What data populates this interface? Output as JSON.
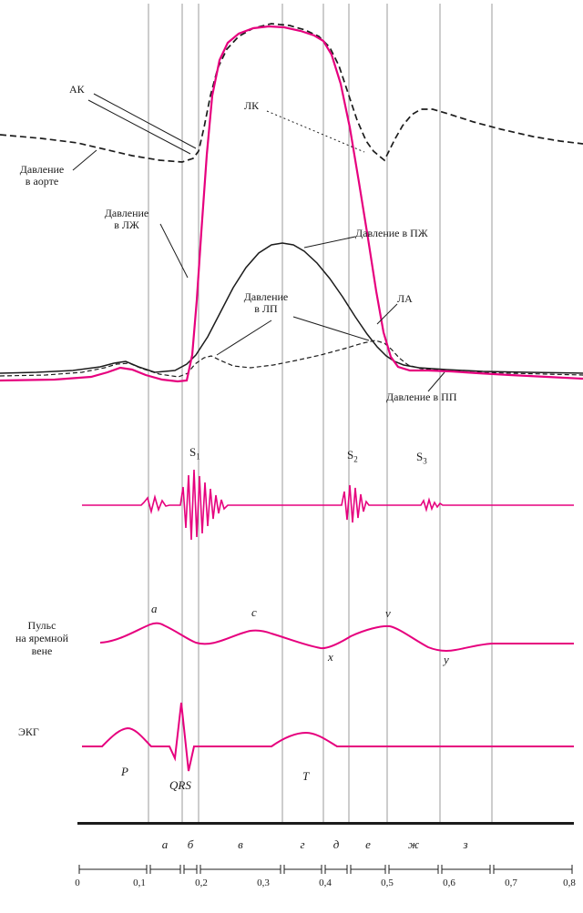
{
  "colors": {
    "accent": "#e6007e",
    "ink": "#1c1c1c",
    "grid": "#9b9b9b",
    "background": "#ffffff"
  },
  "pressure": {
    "aorta_line1": "Давление",
    "aorta_line2": "в аорте",
    "lv_line1": "Давление",
    "lv_line2": "в ЛЖ",
    "rv": "Давление в ПЖ",
    "la_line1": "Давление",
    "la_line2": "в ЛП",
    "pa": "ЛА",
    "ra": "Давление в ПП",
    "valve_open": "АК",
    "valve_close": "ЛК"
  },
  "phono": {
    "s1_base": "S",
    "s1_sub": "1",
    "s2_base": "S",
    "s2_sub": "2",
    "s3_base": "S",
    "s3_sub": "3"
  },
  "venous": {
    "label_line1": "Пульс",
    "label_line2": "на яремной",
    "label_line3": "вене",
    "wave_a": "a",
    "wave_c": "c",
    "wave_v": "v",
    "wave_x": "x",
    "wave_y": "y"
  },
  "ecg": {
    "label": "ЭКГ",
    "p": "P",
    "qrs": "QRS",
    "t": "T"
  },
  "phases": {
    "letters": [
      "а",
      "б",
      "в",
      "г",
      "д",
      "е",
      "ж",
      "з"
    ]
  },
  "timescale": {
    "values": [
      "0",
      "0,1",
      "0,2",
      "0,3",
      "0,4",
      "0,5",
      "0,6",
      "0,7",
      "0,8"
    ]
  }
}
